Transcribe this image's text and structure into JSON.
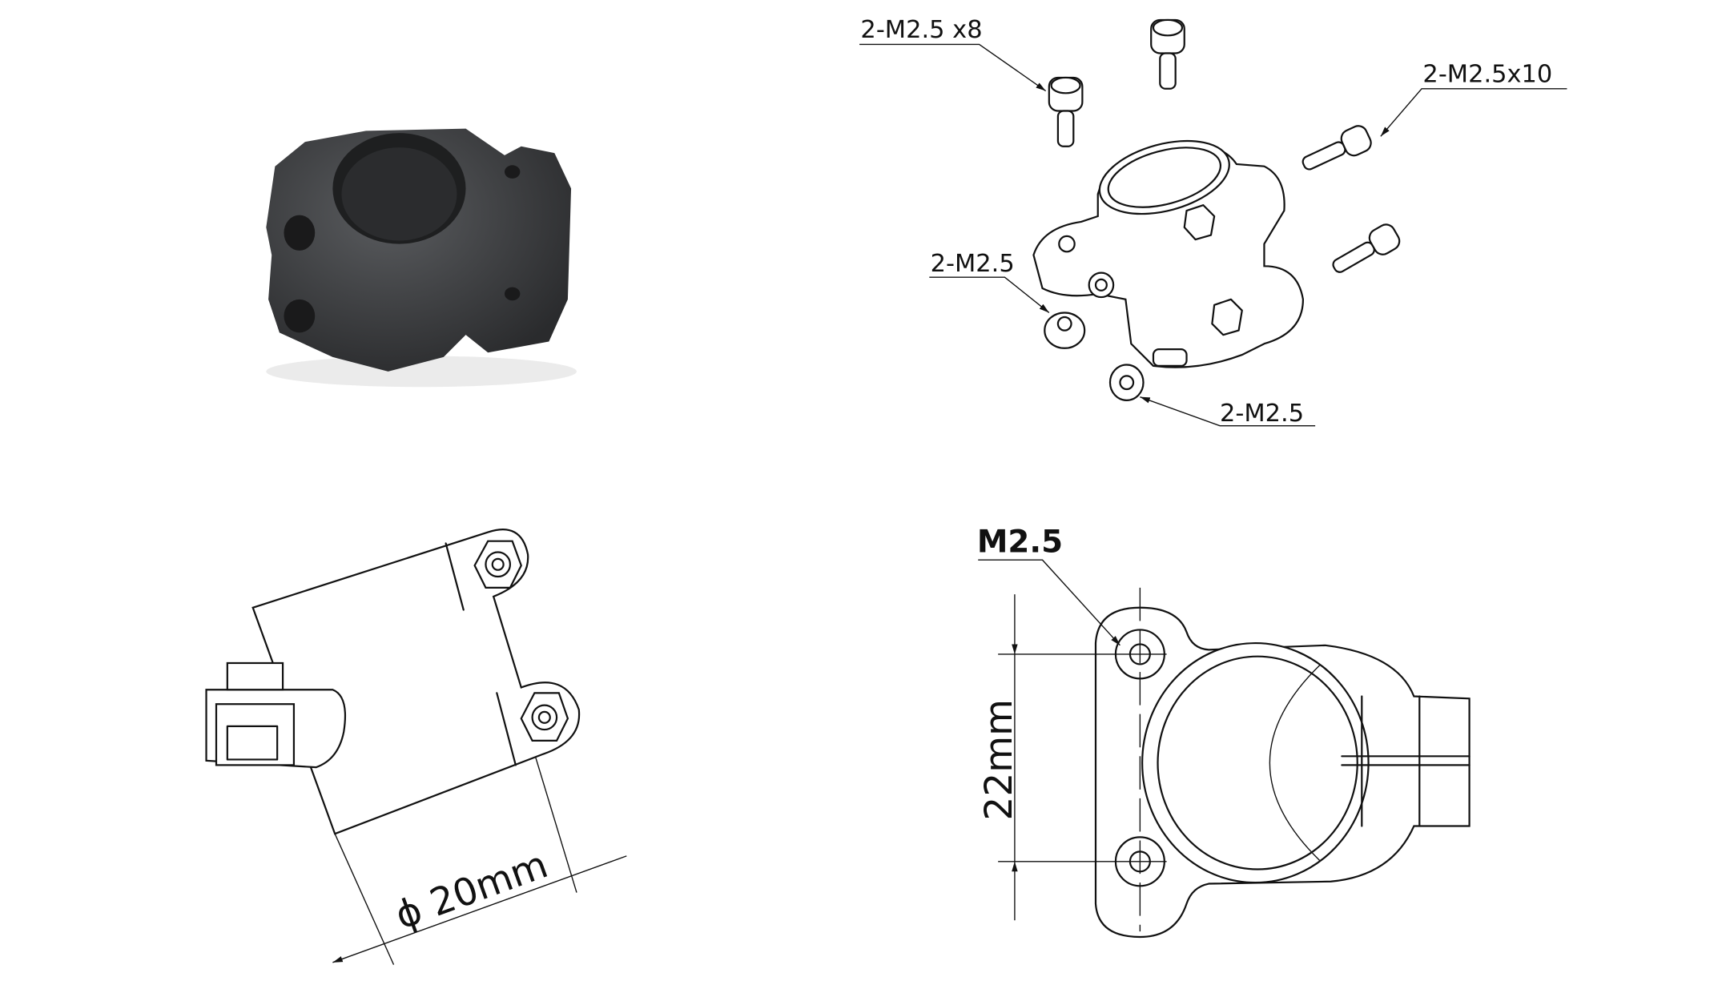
{
  "exploded_view": {
    "labels": {
      "top_screws": "2-M2.5 x8",
      "side_screws": "2-M2.5x10",
      "left_nuts": "2-M2.5",
      "bottom_nuts": "2-M2.5"
    }
  },
  "top_view": {
    "diameter_symbol": "ϕ",
    "diameter_label": "20mm"
  },
  "front_view": {
    "hole_label": "M2.5",
    "spacing_label": "22mm"
  },
  "colors": {
    "line": "#111111",
    "photo_part": "#3a3b3d",
    "background": "#ffffff"
  }
}
